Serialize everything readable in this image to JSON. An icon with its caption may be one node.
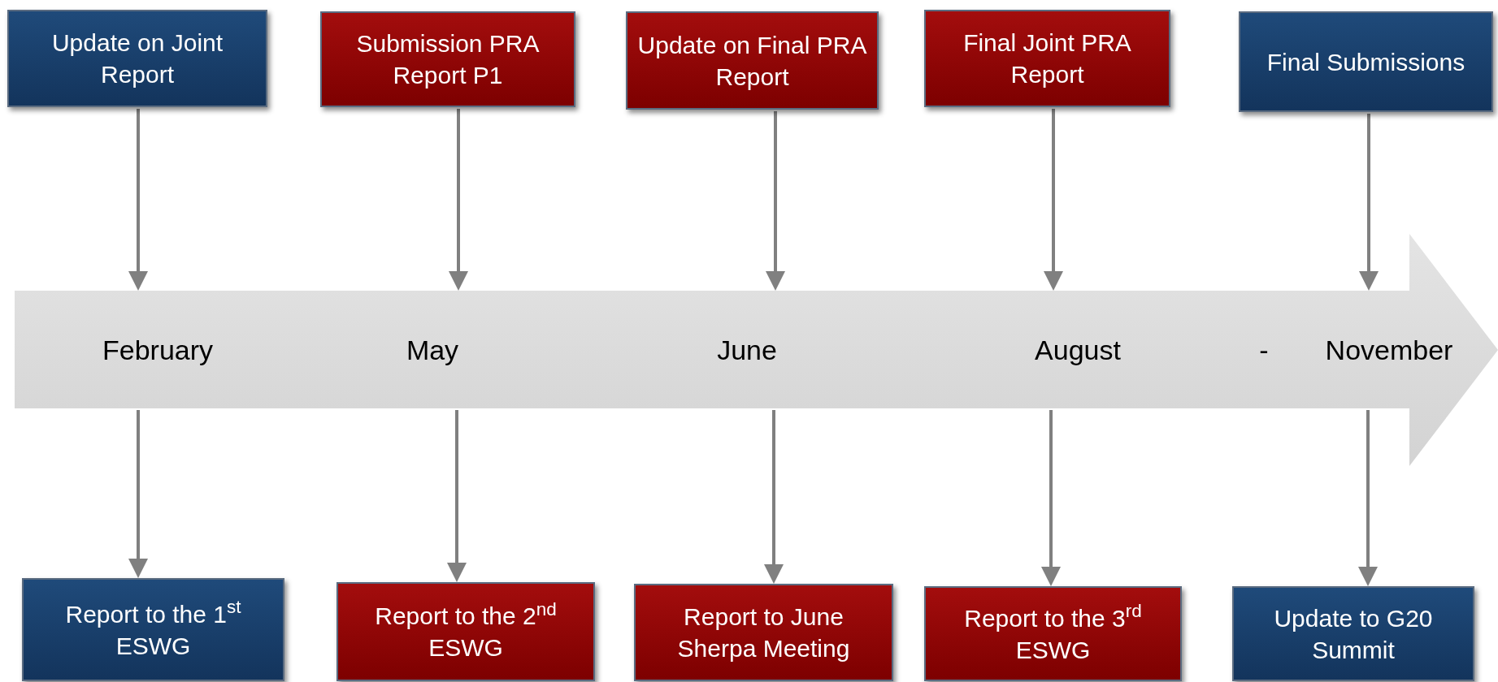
{
  "diagram": {
    "nodes": [
      {
        "text": [
          "Update on Joint Report"
        ]
      },
      {
        "text": [
          "Submission PRA Report P1"
        ]
      },
      {
        "text": [
          "Update on Final PRA Report"
        ]
      },
      {
        "text": [
          "Final Joint PRA Report"
        ]
      },
      {
        "text": [
          "Final Submissions"
        ]
      },
      {
        "text": [
          "February",
          "May",
          "June",
          "August",
          "-",
          "November"
        ]
      },
      {
        "text": [
          "Report to the 1$^{st}$ ESWG"
        ]
      },
      {
        "text": [
          "Report to the 2$^{nd}$ ESWG"
        ]
      },
      {
        "text": [
          "Report to June Sherpa Meeting"
        ]
      },
      {
        "text": [
          "Report to the 3$^{rd}$ ESWG"
        ]
      },
      {
        "text": [
          "Update to G20 Summit"
        ]
      }
    ],
    "edges": [
      {
        "from": 0,
        "to": 5,
        "arrow": "to"
      },
      {
        "from": 1,
        "to": 5,
        "arrow": "to"
      },
      {
        "from": 2,
        "to": 5,
        "arrow": "to"
      },
      {
        "from": 3,
        "to": 5,
        "arrow": "to"
      },
      {
        "from": 4,
        "to": 5,
        "arrow": "to"
      },
      {
        "from": 5,
        "to": 6,
        "arrow": "to"
      },
      {
        "from": 5,
        "to": 7,
        "arrow": "to"
      },
      {
        "from": 5,
        "to": 8,
        "arrow": "to"
      },
      {
        "from": 5,
        "to": 9,
        "arrow": "to"
      },
      {
        "from": 5,
        "to": 10,
        "arrow": "to"
      }
    ]
  }
}
